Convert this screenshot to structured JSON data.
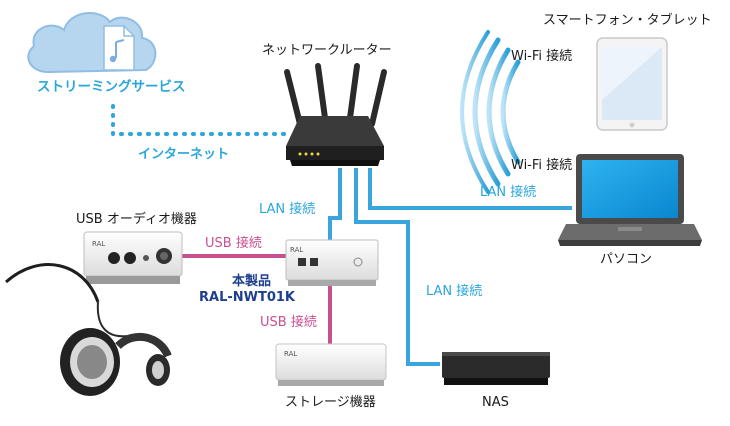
{
  "labels": {
    "streaming": "ストリーミングサービス",
    "internet": "インターネット",
    "router": "ネットワークルーター",
    "smartphone": "スマートフォン・タブレット",
    "wifi_top": "Wi-Fi 接続",
    "wifi_bottom": "Wi-Fi 接続",
    "lan_pc": "LAN 接続",
    "lan_router": "LAN 接続",
    "lan_nas": "LAN 接続",
    "pc": "パソコン",
    "usb_audio": "USB オーディオ機器",
    "usb_link_audio": "USB 接続",
    "usb_link_storage": "USB 接続",
    "product_name": "本製品",
    "product_model": "RAL-NWT01K",
    "storage": "ストレージ機器",
    "nas": "NAS"
  },
  "device_brand": "RAL",
  "colors": {
    "lan": "#3aa4dc",
    "usb": "#c9508f",
    "cloud": "#b6d6ef",
    "text_blue": "#2aa6dc",
    "text_navy": "#1f3f8f"
  }
}
